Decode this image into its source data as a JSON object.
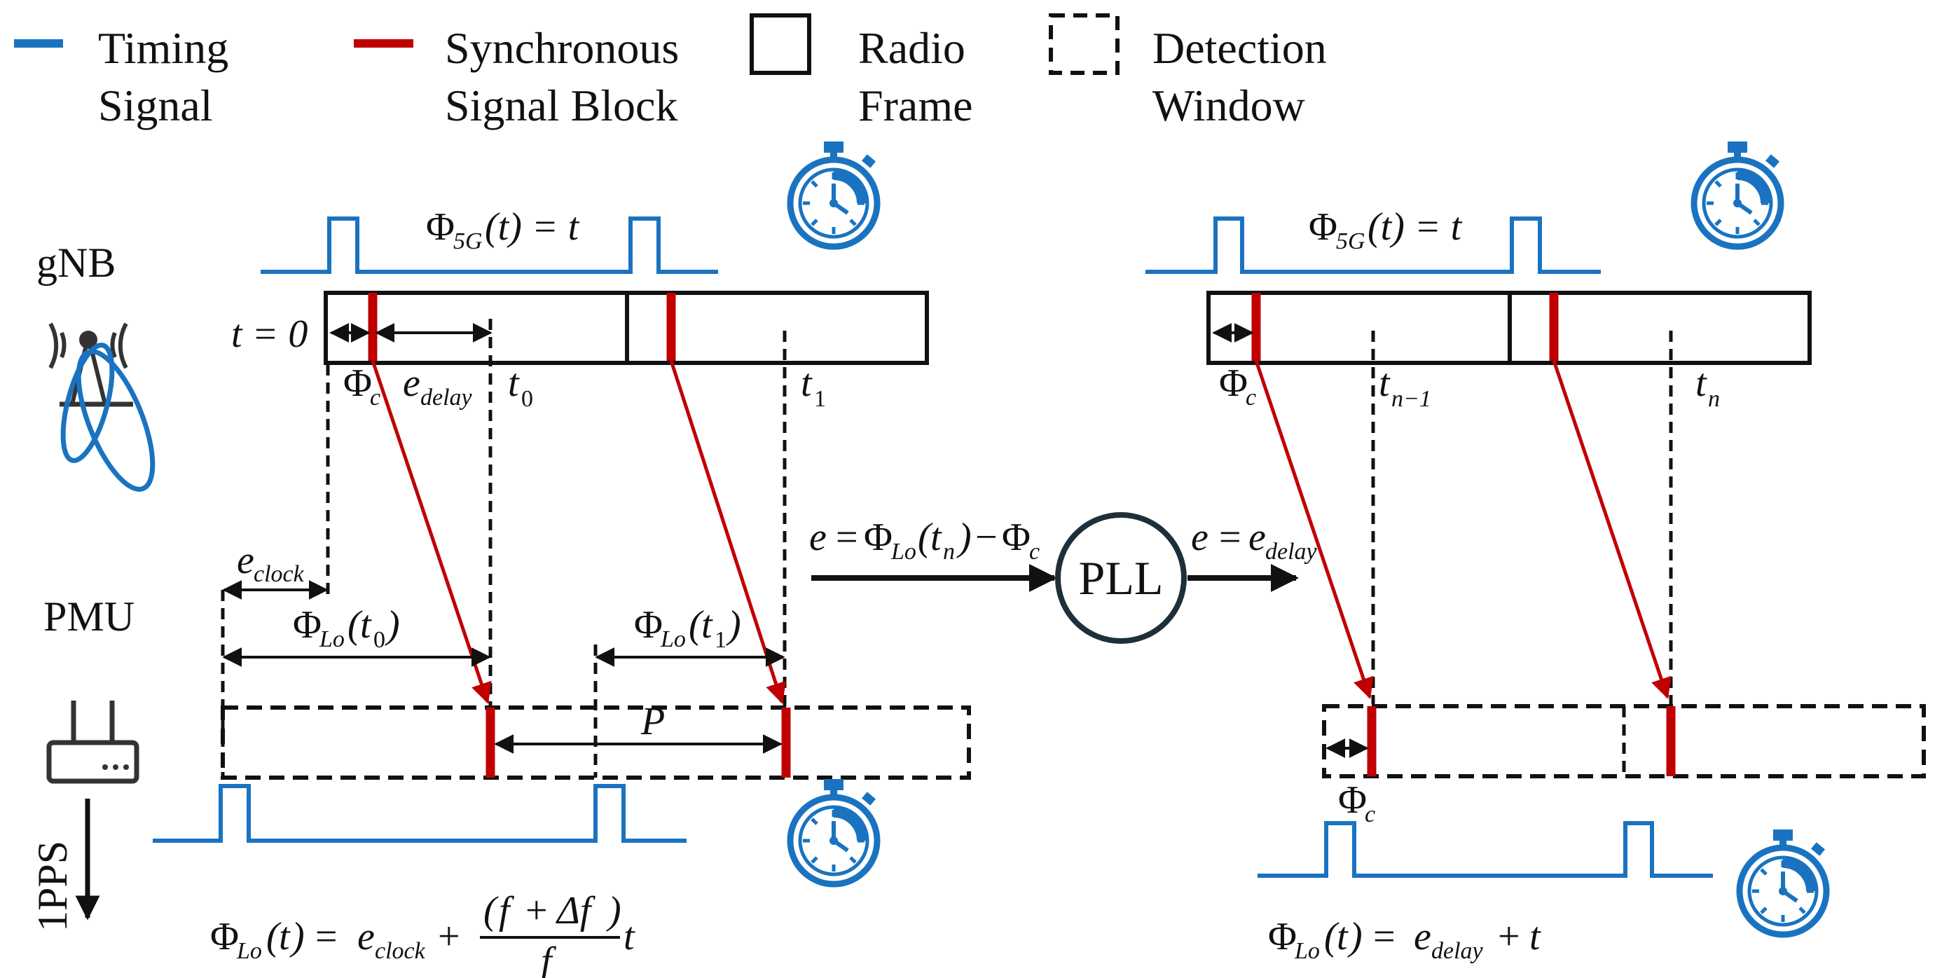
{
  "legend": {
    "timing": [
      "Timing",
      "Signal"
    ],
    "ssb": [
      "Synchronous",
      "Signal Block"
    ],
    "radio": [
      "Radio",
      "Frame"
    ],
    "detect": [
      "Detection",
      "Window"
    ]
  },
  "labels": {
    "gnb": "gNB",
    "pmu": "PMU",
    "pps": "1PPS",
    "pll": "PLL",
    "t_eq_0": "t = 0"
  },
  "math": {
    "phi": "Φ",
    "five_g": "5G",
    "lo": "Lo",
    "c": "c",
    "delay": "delay",
    "clock": "clock",
    "t": "t",
    "e": "e",
    "P": "P",
    "f": "f",
    "delta_f": "Δf",
    "n": "n",
    "n_minus_1": "n−1",
    "sub0": "0",
    "sub1": "1",
    "paren_t": "(t) = t",
    "eq": "=",
    "minus": "−",
    "plus": "+"
  },
  "colors": {
    "timing": "#1a73c0",
    "ssb": "#c00000",
    "frame": "#111111"
  },
  "icons": [
    "stopwatch-icon",
    "antenna-icon",
    "router-icon",
    "down-arrow-icon"
  ]
}
